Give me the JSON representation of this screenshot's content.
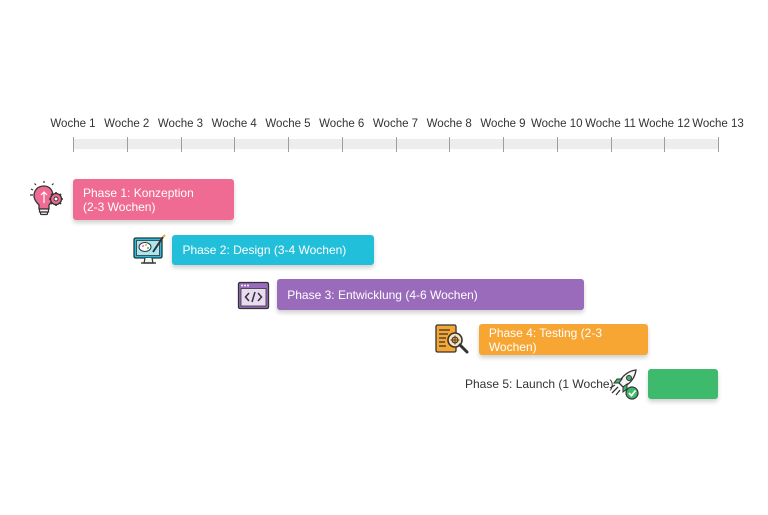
{
  "weeks": [
    "Woche 1",
    "Woche 2",
    "Woche 3",
    "Woche 4",
    "Woche 5",
    "Woche 6",
    "Woche 7",
    "Woche 8",
    "Woche 9",
    "Woche 10",
    "Woche 11",
    "Woche 12",
    "Woche 13"
  ],
  "phases": [
    {
      "line1": "Phase 1: Konzeption",
      "line2": "(2-3 Wochen)",
      "color": "#f06b94",
      "start": 1,
      "end": 4,
      "icon": "lightbulb-gear-icon"
    },
    {
      "line1": "Phase 2: Design (3-4 Wochen)",
      "line2": "",
      "color": "#22bfda",
      "start": 2.85,
      "end": 6.6,
      "icon": "monitor-palette-icon"
    },
    {
      "line1": "Phase 3: Entwicklung (4-6 Wochen)",
      "line2": "",
      "color": "#9a6bbb",
      "start": 4.8,
      "end": 10.5,
      "icon": "code-window-icon"
    },
    {
      "line1": "Phase 4: Testing (2-3 Wochen)",
      "line2": "",
      "color": "#f7a634",
      "start": 8.55,
      "end": 11.7,
      "icon": "document-magnifier-icon"
    },
    {
      "line1": "Phase 5: Launch (1 Woche)",
      "line2": "",
      "color": "#3dba6c",
      "start": 11.7,
      "end": 13,
      "icon": "rocket-check-icon"
    }
  ]
}
